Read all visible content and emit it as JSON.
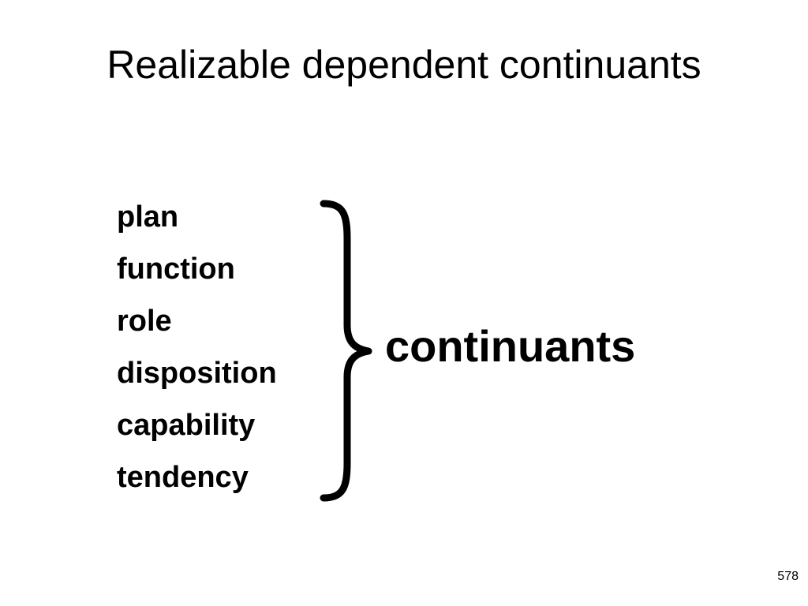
{
  "slide": {
    "title": "Realizable dependent continuants",
    "terms": [
      "plan",
      "function",
      "role",
      "disposition",
      "capability",
      "tendency"
    ],
    "group_label": "continuants",
    "page_number": "578"
  },
  "colors": {
    "background": "#ffffff",
    "text": "#000000"
  },
  "icons": {
    "brace": "right-curly-brace"
  }
}
